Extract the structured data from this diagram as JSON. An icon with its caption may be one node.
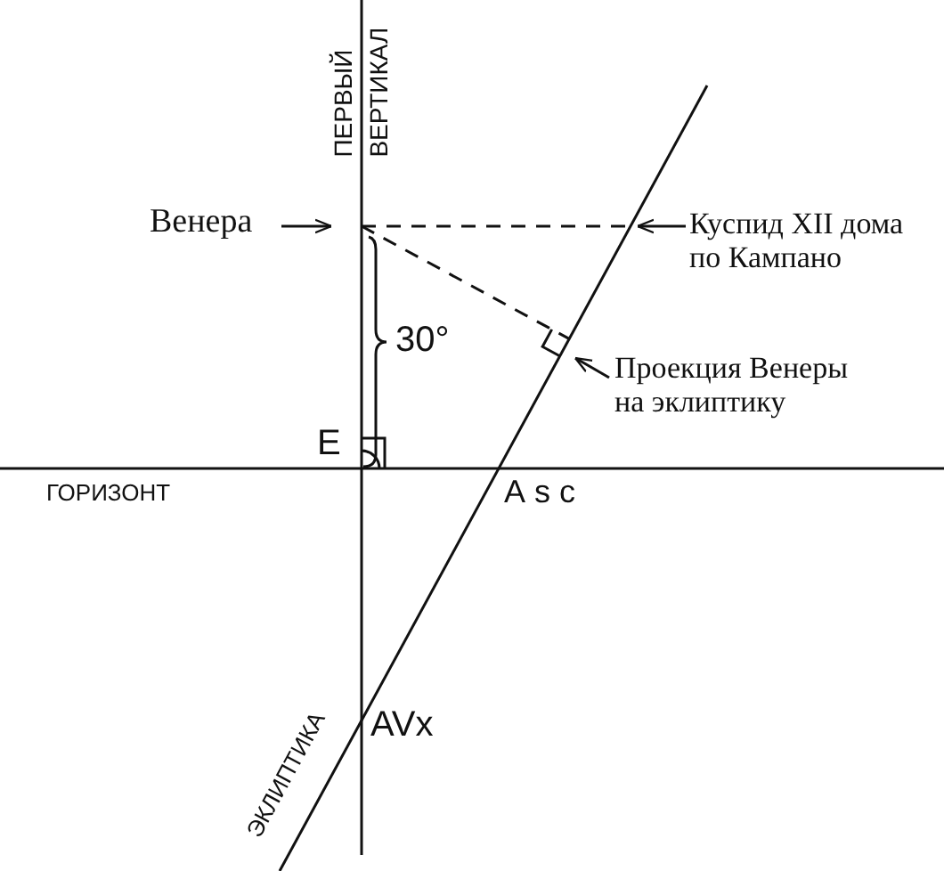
{
  "diagram": {
    "nodes": [
      {
        "text": [
          "Венера"
        ]
      },
      {
        "text": [
          "Куспид XII дома по Кампано"
        ]
      },
      {
        "text": [
          "Проекция Венеры на эклиптику"
        ]
      }
    ],
    "edges": [
      {
        "from": 0,
        "to": null,
        "arrow": "to"
      },
      {
        "from": 1,
        "to": null,
        "arrow": "to"
      },
      {
        "from": 2,
        "to": null,
        "arrow": "to"
      }
    ],
    "labels": [
      "ПЕРВЫЙ ВЕРТИКАЛ",
      "30°",
      "E",
      "ГОРИЗОНТ",
      "Asc",
      "AVx",
      "ЭКЛИПТИКА"
    ]
  }
}
